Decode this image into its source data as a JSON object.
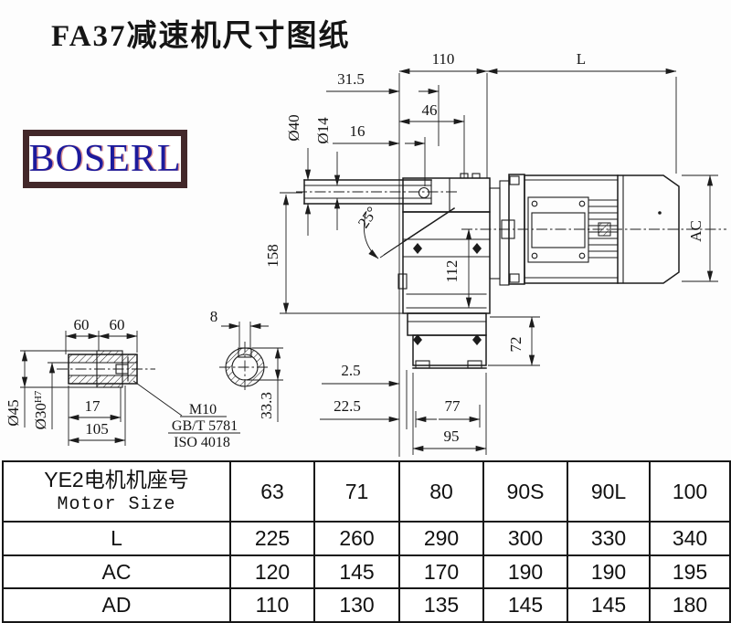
{
  "title": "FA37减速机尺寸图纸",
  "logo": {
    "text": "BOSERL",
    "border_color": "#43282a",
    "text_color": "#1c1a9c"
  },
  "drawing": {
    "dims": {
      "d110": "110",
      "dL": "L",
      "d31_5": "31.5",
      "d46": "46",
      "d16": "16",
      "d40": "Ø40",
      "d14": "Ø14",
      "d25": "25°",
      "d158": "158",
      "d112": "112",
      "dAC": "AC",
      "d72": "72",
      "d2_5": "2.5",
      "d22_5": "22.5",
      "d77": "77",
      "d95": "95",
      "d60a": "60",
      "d60b": "60",
      "d45": "Ø45",
      "d30": "Ø30",
      "d30sup": "H7",
      "d17": "17",
      "d105": "105",
      "d8": "8",
      "d33_3": "33.3",
      "m10": "M10",
      "gbt": "GB/T 5781",
      "iso": "ISO 4018"
    }
  },
  "table": {
    "header_cn": "YE2电机机座号",
    "header_en": "Motor Size",
    "columns": [
      "63",
      "71",
      "80",
      "90S",
      "90L",
      "100"
    ],
    "rows": [
      {
        "label": "L",
        "values": [
          "225",
          "260",
          "290",
          "300",
          "330",
          "340"
        ]
      },
      {
        "label": "AC",
        "values": [
          "120",
          "145",
          "170",
          "190",
          "190",
          "195"
        ]
      },
      {
        "label": "AD",
        "values": [
          "110",
          "130",
          "135",
          "145",
          "145",
          "180"
        ]
      }
    ]
  }
}
